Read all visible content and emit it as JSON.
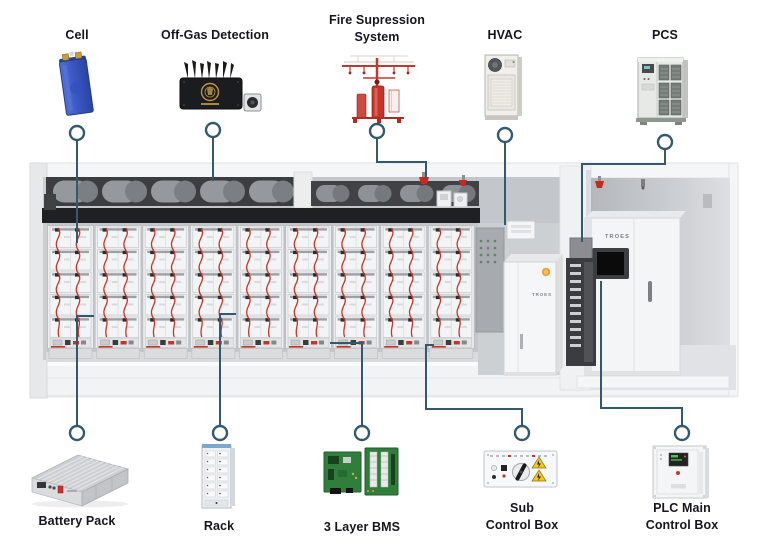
{
  "labels": {
    "cell": "Cell",
    "off_gas": "Off-Gas Detection",
    "fire_line1": "Fire Supression",
    "fire_line2": "System",
    "hvac": "HVAC",
    "pcs": "PCS",
    "battery_pack": "Battery Pack",
    "rack": "Rack",
    "bms": "3 Layer BMS",
    "sub_line1": "Sub",
    "sub_line2": "Control Box",
    "plc_line1": "PLC Main",
    "plc_line2": "Control Box"
  },
  "illustration": {
    "aisle_cabinet_brand": "TROES",
    "pcs_cabinet_brand": "TROES"
  },
  "icons": {
    "top": [
      "battery-cell-icon",
      "off-gas-detector-icon",
      "fire-suppression-icon",
      "hvac-unit-icon",
      "pcs-cabinet-icon"
    ],
    "bottom": [
      "battery-pack-icon",
      "rack-icon",
      "bms-board-icon",
      "sub-control-box-icon",
      "plc-control-box-icon"
    ]
  },
  "colors": {
    "callout": "#33596e",
    "label_text": "#15151d",
    "cable_red": "#c5342a",
    "sprinkler_red": "#c8281f",
    "cell_blue": "#3a57c4",
    "pcb_green": "#2f7e3c",
    "warning_yellow": "#f3c71d",
    "brand_orange": "#f0a23c",
    "rack_top_blue": "#7da7cc"
  }
}
